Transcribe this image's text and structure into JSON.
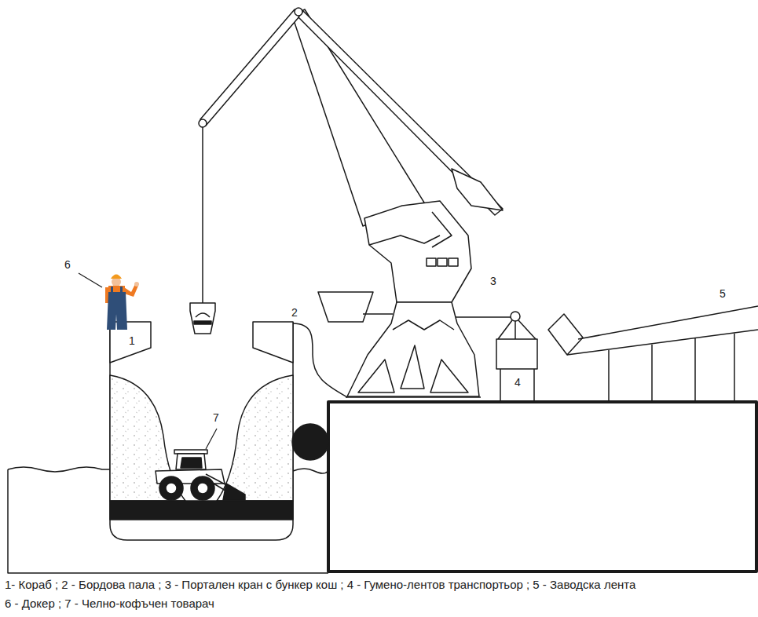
{
  "diagram": {
    "labels": [
      "1",
      "2",
      "3",
      "4",
      "5",
      "6",
      "7",
      "1- Кораб ; 2 - Бордова пала ; 3 - Портален кран с бункер кош ; 4 - Гумено-лентов транспортьор ; 5 - Заводска лента",
      "6 - Докер ; 7 - Челно-кофъчен товарач"
    ]
  }
}
